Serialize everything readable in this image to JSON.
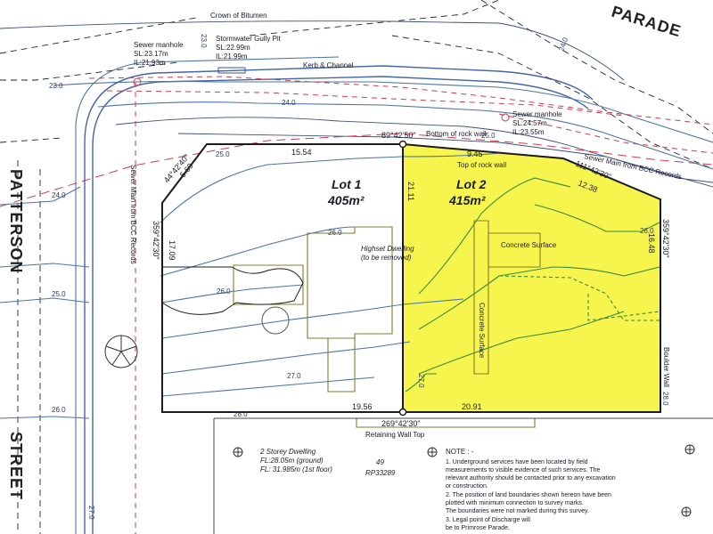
{
  "streets": {
    "parade": "PARADE",
    "patterson": "PATTERSON",
    "street": "STREET"
  },
  "services": {
    "crown": "Crown of Bitumen",
    "sewer_manhole_1": "Sewer manhole",
    "sewer_manhole_1_sl": "SL:23.17m",
    "sewer_manhole_1_il": "IL:21.93m",
    "stormwater": "Stormwater Gully Pit",
    "stormwater_sl": "SL:22.99m",
    "stormwater_il": "IL:21.99m",
    "kerb": "Kerb & Channel",
    "sewer_manhole_2": "Sewer manhole",
    "sewer_manhole_2_sl": "SL:24.57m",
    "sewer_manhole_2_il": "IL:23.55m",
    "bottom_rock_wall": "Bottom of rock wall",
    "top_rock_wall": "Top of rock wall",
    "sewer_main_bcc_right": "Sewer Main from BCC Records",
    "sewer_main_bcc_left": "Sewer Main from BCC Records",
    "retaining_wall_top": "Retaining Wall Top",
    "boulder_wall": "Boulder Wall"
  },
  "lots": {
    "lot1_name": "Lot 1",
    "lot1_area": "405m²",
    "lot2_name": "Lot 2",
    "lot2_area": "415m²"
  },
  "dimensions": {
    "bearing_top": "89°42'50\"",
    "bearing_bottom": "269°42'30\"",
    "bearing_left": "359°42'30\"",
    "bearing_right": "359°42'30\"",
    "bearing_diag_left": "44°42'40\"",
    "bearing_diag_right": "111°42'30\"",
    "d_15_54": "15.54",
    "d_9_45": "9.45",
    "d_12_38": "12.38",
    "d_21_11": "21.11",
    "d_17_09": "17.09",
    "d_16_48": "16.48",
    "d_5_69": "5.69",
    "d_19_56": "19.56",
    "d_20_91": "20.91"
  },
  "contours": {
    "c23_top": "23.0",
    "c23_side": "23.0",
    "c24_top": "24.0",
    "c24_mid": "24.0",
    "c24_left": "24.0",
    "c25_left": "25.0",
    "c25_top": "25.0",
    "c25_rock": "25.0",
    "c26_dwell": "26.0",
    "c26_left": "26.0",
    "c26_right": "26.0",
    "c26_lower": "26.0",
    "c27_left": "27.0",
    "c27_mid": "27.0",
    "c27_bottom": "27.0",
    "c28_bottom": "28.0",
    "c28_right": "28.0"
  },
  "buildings": {
    "highset": "Highset Dwelling",
    "highset_note": "(to be removed)",
    "concrete_surface_1": "Concrete Surface",
    "concrete_surface_2": "Concrete Surface",
    "two_storey": "2 Storey Dwelling",
    "fl_ground": "FL:28.05m (ground)",
    "fl_first": "FL: 31.985m (1st floor)",
    "lot_49": "49",
    "rp": "RP33289"
  },
  "notes": {
    "title": "NOTE : -",
    "n1_l1": "1. Underground services have been located by field",
    "n1_l2": "measurements to visible evidence of such services. The",
    "n1_l3": "relevant authority should be contacted prior to any excavation",
    "n1_l4": "or construction.",
    "n2_l1": "2. The position of land boundaries shown hereon have been",
    "n2_l2": "plotted with minimum connection to survey marks.",
    "n2_l3": "The boundaries were not marked during this survey.",
    "n3_l1": "3. Legal point of Discharge will",
    "n3_l2": "be to Primrose Parade."
  },
  "icons": {
    "tree": "tree-icon",
    "circle_feature": "circle-feature-icon",
    "survey_mark": "survey-mark-icon",
    "manhole": "manhole-icon"
  },
  "colors": {
    "lot2_fill": "#f6f54e",
    "boundary": "#1c1c1c",
    "contour": "#4a74a8",
    "sewer": "#d03b4a",
    "road": "#4466a8"
  }
}
